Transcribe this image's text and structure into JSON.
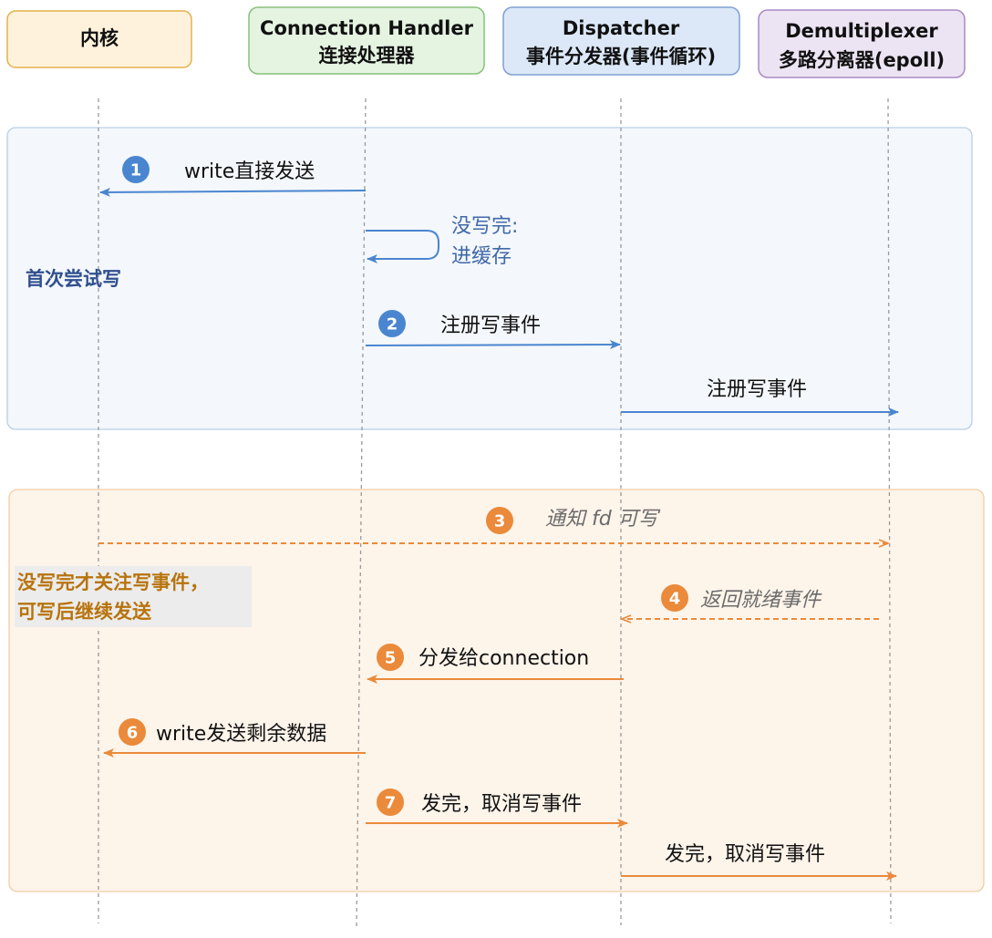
{
  "participants": {
    "kernel": {
      "line1": "内核",
      "line2": "",
      "fill": "#fff2dc",
      "stroke": "#e3b14a"
    },
    "handler": {
      "line1": "Connection Handler",
      "line2": "连接处理器",
      "fill": "#e4f4e1",
      "stroke": "#86c17a"
    },
    "dispatcher": {
      "line1": "Dispatcher",
      "line2": "事件分发器(事件循环)",
      "fill": "#dce8f8",
      "stroke": "#7fa0d2"
    },
    "demux": {
      "line1": "Demultiplexer",
      "line2": "多路分离器(epoll)",
      "fill": "#ece3f3",
      "stroke": "#a98ac4"
    }
  },
  "sections": {
    "first_write": {
      "title": "首次尝试写",
      "color": "#2f4f8f"
    },
    "continue_write": {
      "title_line1": "没写完才关注写事件，",
      "title_line2": "可写后继续发送",
      "color": "#b8730c"
    }
  },
  "messages": {
    "m1": {
      "number": "1",
      "label": "write直接发送"
    },
    "self": {
      "line1": "没写完:",
      "line2": "进缓存"
    },
    "m2": {
      "number": "2",
      "label": "注册写事件"
    },
    "m2b": {
      "label": "注册写事件"
    },
    "m3": {
      "number": "3",
      "label": "通知 fd 可写"
    },
    "m4": {
      "number": "4",
      "label": "返回就绪事件"
    },
    "m5": {
      "number": "5",
      "label": "分发给connection"
    },
    "m6": {
      "number": "6",
      "label": "write发送剩余数据"
    },
    "m7": {
      "number": "7",
      "label": "发完，取消写事件"
    },
    "m7b": {
      "label": "发完，取消写事件"
    }
  },
  "colors": {
    "blue": "#4a86d0",
    "orange": "#ea8a3a",
    "lifeline": "#9a9a9a"
  }
}
